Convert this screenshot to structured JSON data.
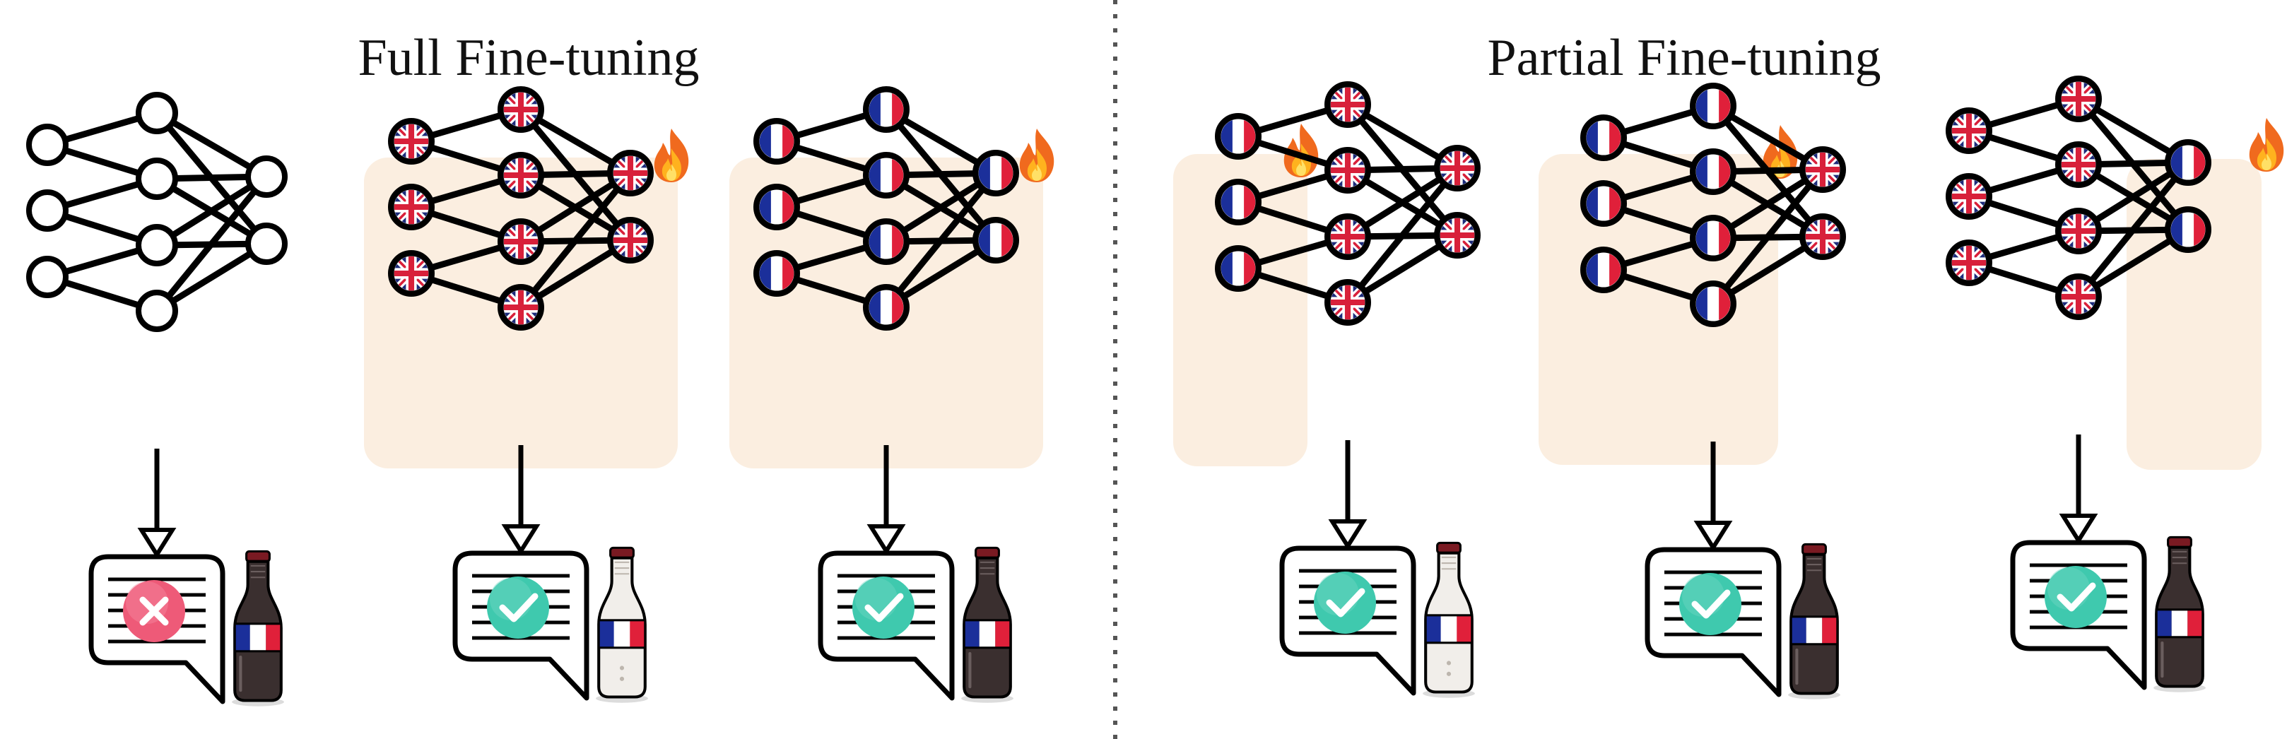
{
  "titles": {
    "full": "Full Fine-tuning",
    "partial": "Partial Fine-tuning"
  },
  "colors": {
    "highlight": "#fbeee0",
    "stroke": "#000000",
    "check": "#3fc9ae",
    "cross": "#ee5a78",
    "flag_blue": "#1b2f9a",
    "flag_red": "#e0203a",
    "uk_blue": "#1c2a7a",
    "uk_red": "#d8203a"
  },
  "panels": [
    {
      "id": "base",
      "fire": false,
      "highlight": "none",
      "nodes": [
        "plain",
        "plain",
        "plain",
        "plain",
        "plain",
        "plain",
        "plain",
        "plain",
        "plain"
      ],
      "result": "cross",
      "bottle": "dark"
    },
    {
      "id": "full-en",
      "fire": true,
      "highlight": "all",
      "nodes": [
        "uk",
        "uk",
        "uk",
        "uk",
        "uk",
        "uk",
        "uk",
        "uk",
        "uk"
      ],
      "result": "check",
      "bottle": "light"
    },
    {
      "id": "full-fr",
      "fire": true,
      "highlight": "all",
      "nodes": [
        "fr",
        "fr",
        "fr",
        "fr",
        "fr",
        "fr",
        "fr",
        "fr",
        "fr"
      ],
      "result": "check",
      "bottle": "dark"
    },
    {
      "id": "partial-input",
      "fire": true,
      "highlight": "input",
      "nodes": [
        "fr",
        "fr",
        "fr",
        "uk",
        "uk",
        "uk",
        "uk",
        "uk",
        "uk"
      ],
      "result": "check",
      "bottle": "light"
    },
    {
      "id": "partial-middle",
      "fire": true,
      "highlight": "middle",
      "nodes": [
        "fr",
        "fr",
        "fr",
        "fr",
        "fr",
        "fr",
        "fr",
        "uk",
        "uk"
      ],
      "result": "check",
      "bottle": "dark"
    },
    {
      "id": "partial-output",
      "fire": true,
      "highlight": "output",
      "nodes": [
        "uk",
        "uk",
        "uk",
        "uk",
        "uk",
        "uk",
        "uk",
        "fr",
        "fr"
      ],
      "result": "check",
      "bottle": "dark"
    }
  ],
  "icons": [
    "neural-network-icon",
    "fire-icon",
    "chat-bubble-icon",
    "checkmark-icon",
    "cross-icon",
    "cola-bottle-icon",
    "uk-flag-icon",
    "france-flag-icon"
  ]
}
